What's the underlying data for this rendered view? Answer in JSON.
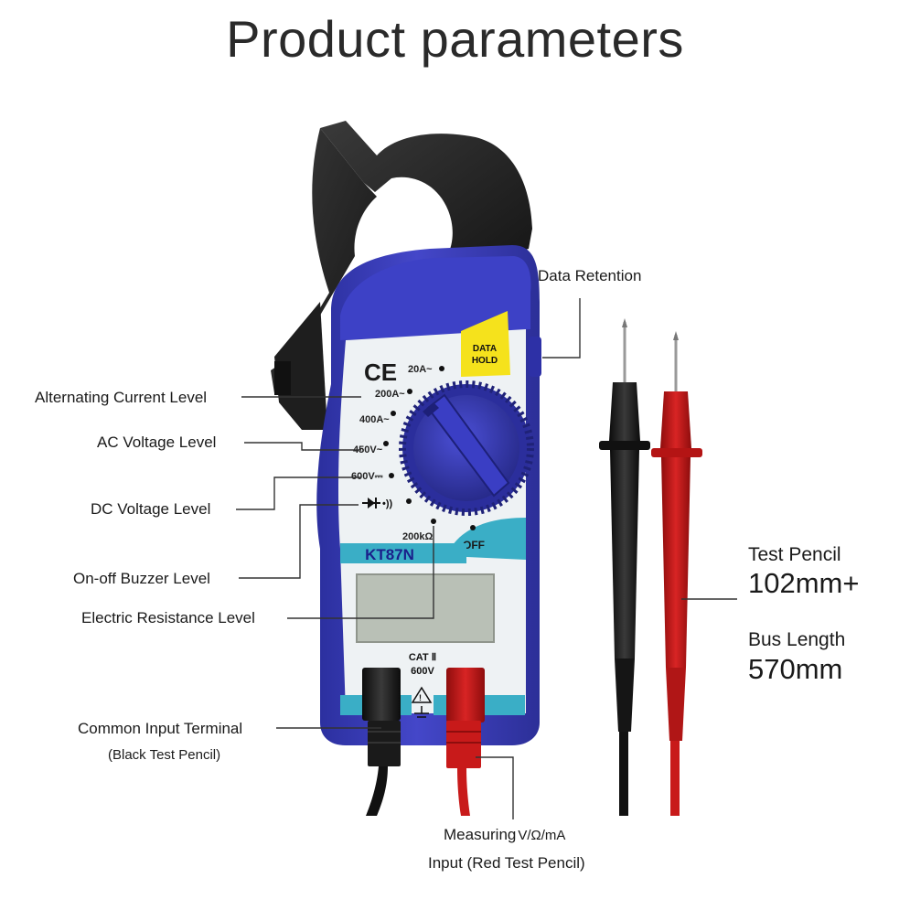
{
  "title": "Product parameters",
  "device": {
    "model": "KT87N",
    "logo": "CE",
    "hold_button": {
      "line1": "DATA",
      "line2": "HOLD"
    },
    "ranges": [
      "20A~",
      "200A~",
      "400A~",
      "450V~",
      "600V⎓",
      "200kΩ"
    ],
    "off_label": "OFF",
    "category": {
      "line1": "CAT Ⅱ",
      "line2": "600V"
    }
  },
  "callouts": {
    "data_retention": "Data Retention",
    "ac_current": "Alternating Current Level",
    "ac_voltage": "AC Voltage Level",
    "dc_voltage": "DC Voltage Level",
    "buzzer": "On-off Buzzer Level",
    "resistance": "Electric Resistance Level",
    "common_input": "Common Input Terminal",
    "common_input_note": "(Black Test Pencil)",
    "measuring_1": "Measuring",
    "measuring_units": "V/Ω/mA",
    "measuring_2": "Input",
    "measuring_note": "(Red Test Pencil)"
  },
  "specs": {
    "test_pencil_label": "Test Pencil",
    "test_pencil_value": "102mm+",
    "bus_length_label": "Bus Length",
    "bus_length_value": "570mm"
  },
  "colors": {
    "body_blue": "#3b3fbf",
    "panel": "#eef3f5",
    "jaw": "#2a2a2a",
    "label_teal": "#3aaec6",
    "hold_yellow": "#f5e21c",
    "lead_red": "#c81a1a",
    "lead_black": "#1c1c1c",
    "lcd": "#b9c0b6"
  }
}
